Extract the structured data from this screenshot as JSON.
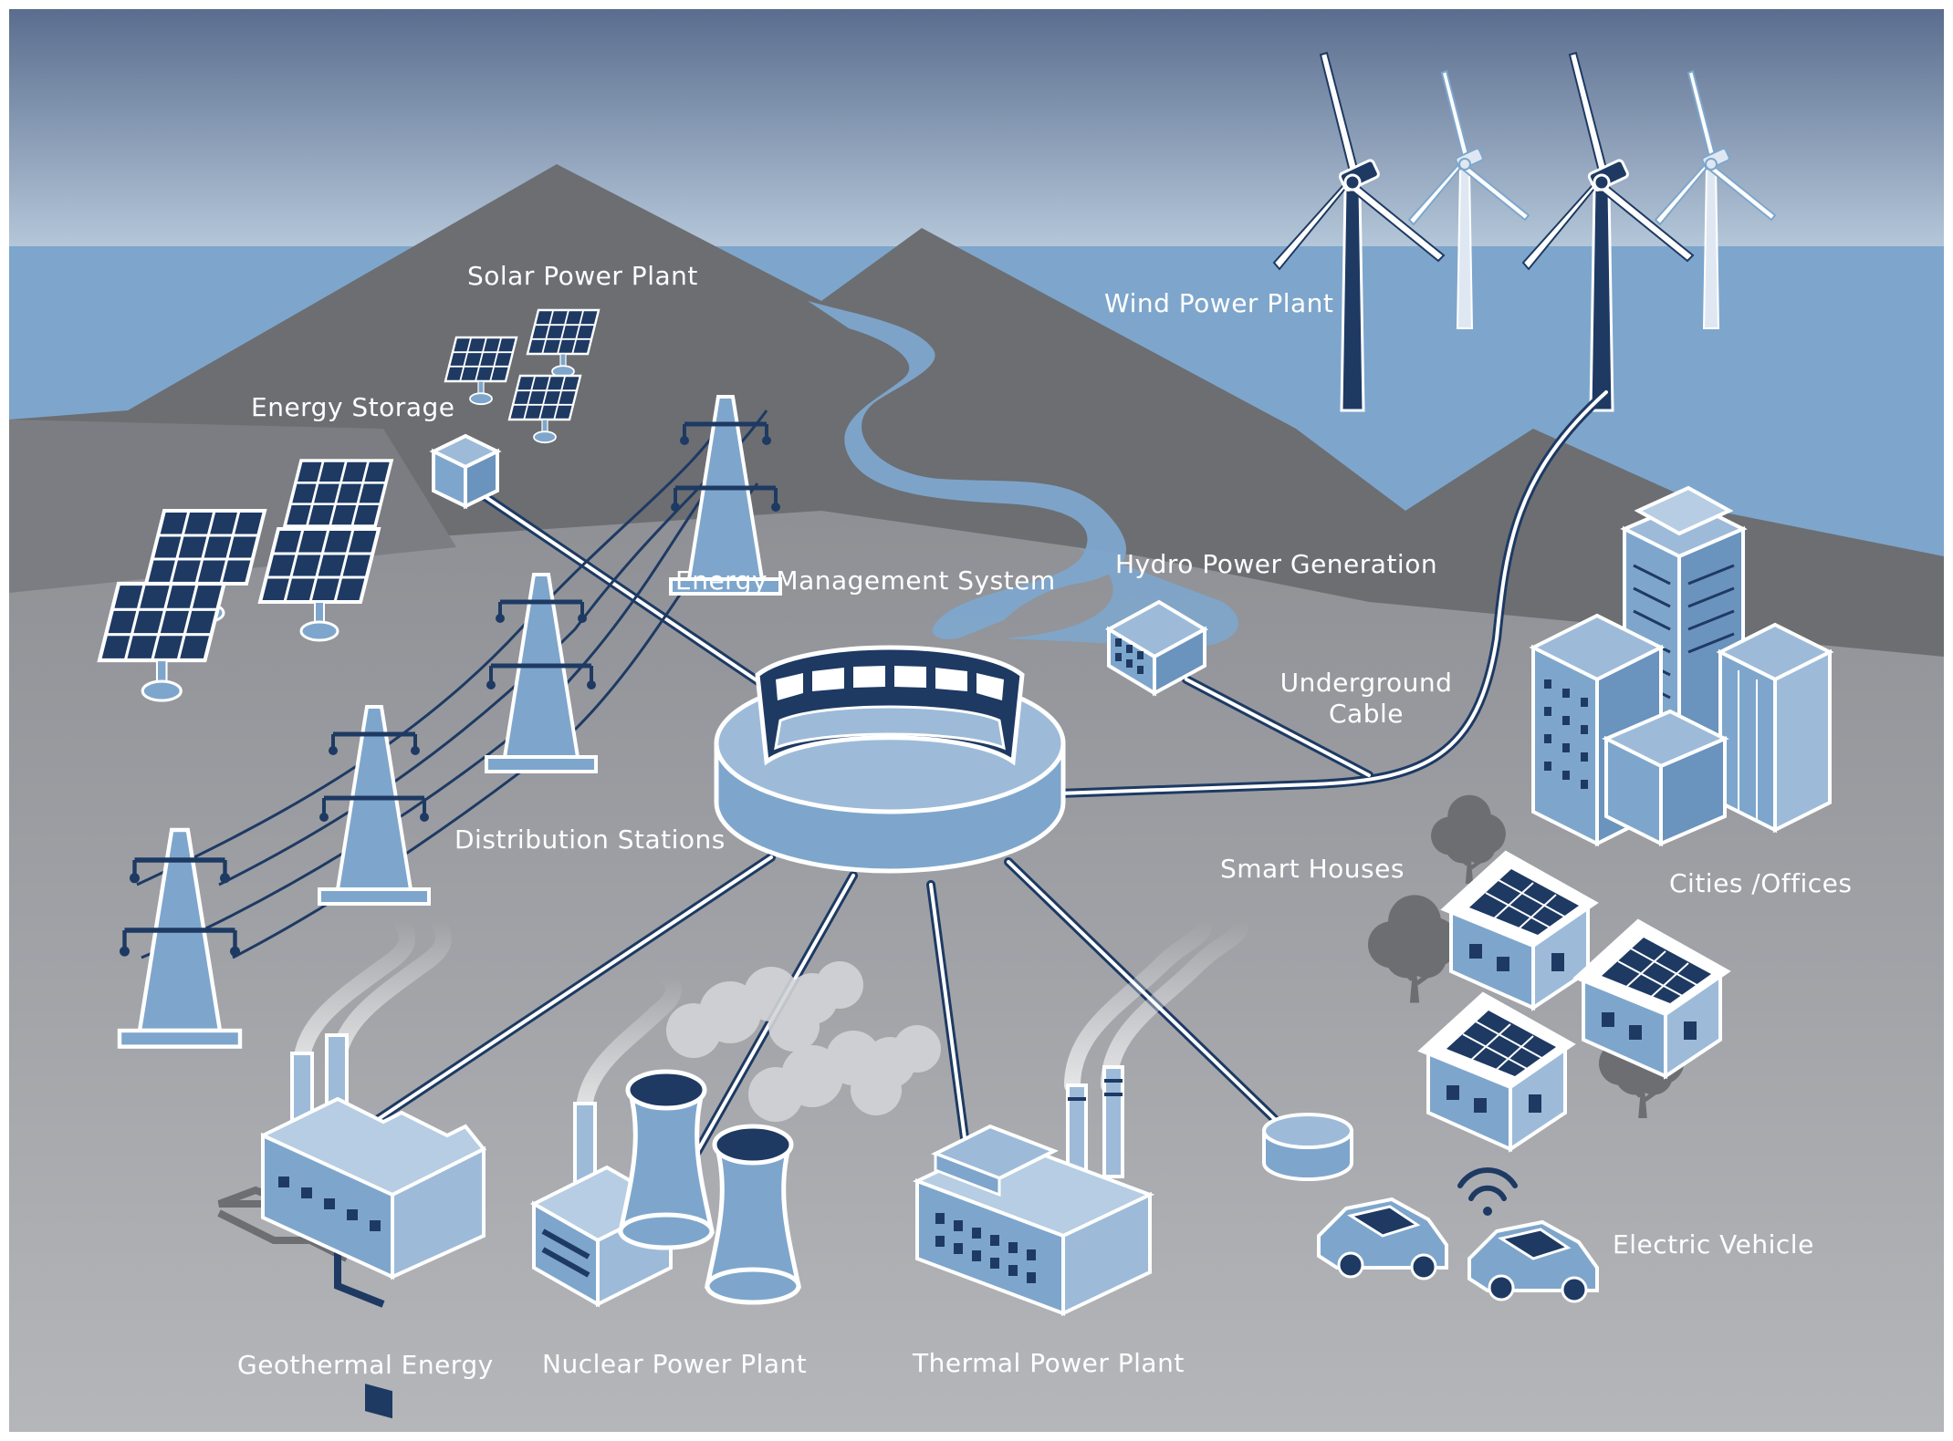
{
  "labels": {
    "solar": "Solar Power Plant",
    "storage": "Energy Storage",
    "wind": "Wind Power Plant",
    "ems": "Energy Management System",
    "hydro": "Hydro Power Generation",
    "underground_line1": "Underground",
    "underground_line2": "Cable",
    "distribution": "Distribution Stations",
    "smart_houses": "Smart Houses",
    "cities": "Cities /Offices",
    "electric_vehicle": "Electric Vehicle",
    "geothermal": "Geothermal Energy",
    "nuclear": "Nuclear Power Plant",
    "thermal": "Thermal Power Plant"
  },
  "icons": {
    "hub": "energy-management-hub-icon",
    "wind": "wind-turbine-icon",
    "solar": "solar-panel-icon",
    "storage": "battery-cube-icon",
    "pylon": "transmission-tower-icon",
    "hydro": "hydro-station-icon",
    "city": "office-building-icon",
    "house": "smart-house-icon",
    "car": "electric-car-icon",
    "wifi": "wifi-icon",
    "factory": "factory-icon",
    "cooling": "cooling-tower-icon",
    "tree": "tree-icon"
  },
  "colors": {
    "sky_top": "#5a6d8e",
    "sky_bottom": "#c2d4e4",
    "sea": "#7ea6cc",
    "mountain": "#6c6e72",
    "ground": "#a8aaae",
    "navy": "#1e3a63",
    "light_blue": "#7ea6cc",
    "white": "#ffffff"
  }
}
